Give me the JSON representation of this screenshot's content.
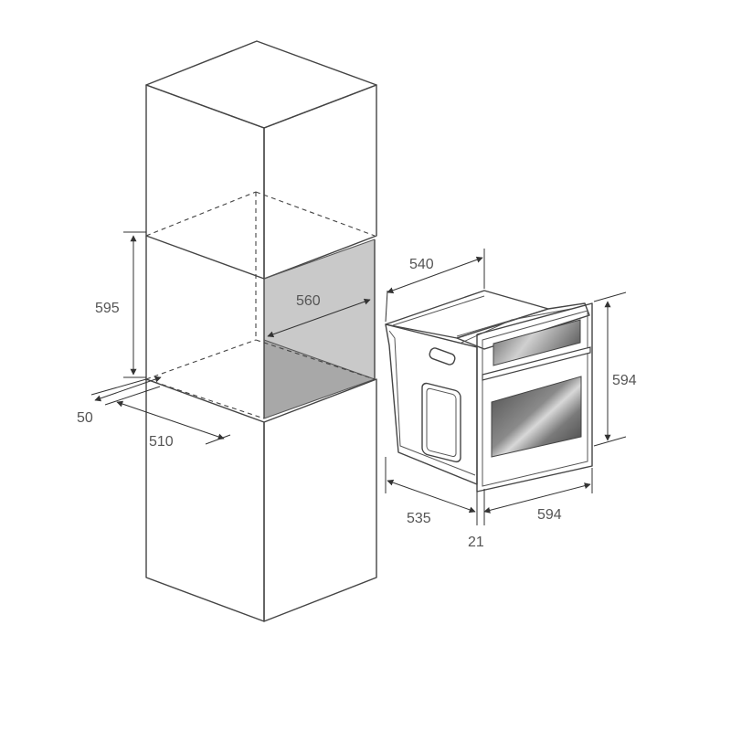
{
  "dimensions": {
    "niche_height": "595",
    "niche_width": "560",
    "niche_offset": "50",
    "niche_depth": "510",
    "oven_depth": "540",
    "oven_height": "594",
    "oven_body_depth": "535",
    "front_thickness": "21",
    "oven_width": "594"
  },
  "colors": {
    "stroke": "#444444",
    "niche_back": "#c9c9c9",
    "niche_floor": "#a8a8a8",
    "glass_dark": "#5a5a5a",
    "glass_light": "#e0e0e0"
  }
}
